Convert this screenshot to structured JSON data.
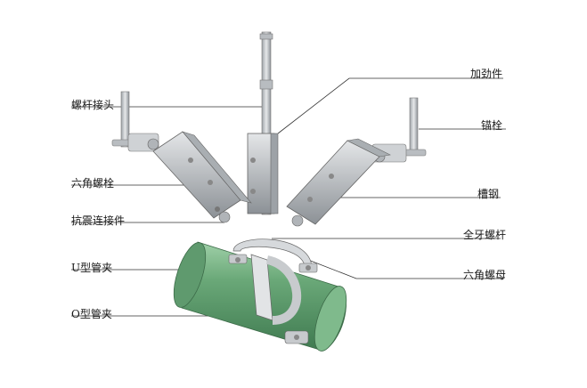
{
  "labels": {
    "left": {
      "rod_connector": "螺杆接头",
      "hex_bolt": "六角螺栓",
      "seismic_connector": "抗震连接件",
      "u_clamp": "U型管夹",
      "o_clamp": "O型管夹"
    },
    "right": {
      "stiffener": "加劲件",
      "anchor_bolt": "锚栓",
      "channel_steel": "槽钢",
      "threaded_rod": "全牙螺杆",
      "hex_nut": "六角螺母"
    }
  },
  "colors": {
    "pipe": "#6aa878",
    "steel": "#c8ccd0",
    "leader": "#333333"
  }
}
